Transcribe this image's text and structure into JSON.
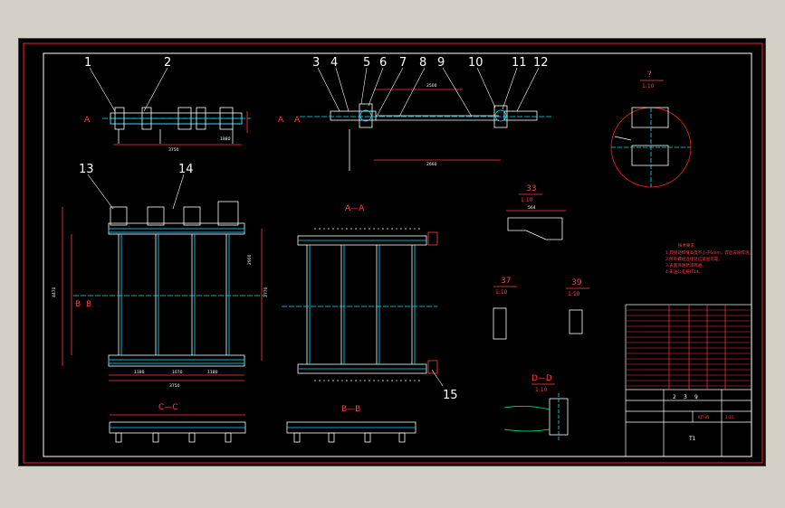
{
  "drawing": {
    "balloons": [
      "1",
      "2",
      "3",
      "4",
      "5",
      "6",
      "7",
      "8",
      "9",
      "10",
      "11",
      "12",
      "13",
      "14",
      "15"
    ],
    "section_labels": {
      "aa": "A—A",
      "bb": "B—B",
      "cc": "C—C",
      "dd": "D—D",
      "a_left": "A",
      "a_right": "A",
      "a_mid": "A",
      "b_left": "B",
      "b_right": "B"
    },
    "detail_views": [
      {
        "id": "?",
        "scale": "1:10"
      },
      {
        "id": "33",
        "scale": "1:10"
      },
      {
        "id": "37",
        "scale": "1:10"
      },
      {
        "id": "39",
        "scale": "1:10"
      },
      {
        "id": "D—D",
        "scale": "1:10"
      }
    ],
    "dimensions": {
      "top_view_width": "3750",
      "top_view_right": "1880",
      "side_span": "2500",
      "side_total": "2660",
      "front_width": "3750",
      "front_height": "4470",
      "front_spacing_1": "1180",
      "front_spacing_2": "1070",
      "front_spacing_3": "1180",
      "front_side_h": "2900",
      "front_right_h": "3770",
      "detail_len": "564"
    },
    "notes_title": "技术要求",
    "notes": [
      "1.焊接处焊缝高度不小于6mm，焊后去除焊渣。",
      "2.所有螺栓连接处应紧固可靠。",
      "3.表面涂防锈漆两遍。",
      "4.未注公差按IT14。"
    ],
    "title_block": {
      "drawing_title": "T1",
      "scale_row": [
        "2",
        "3",
        "9"
      ],
      "code": "KJT-85",
      "sheet": "1:10"
    }
  }
}
